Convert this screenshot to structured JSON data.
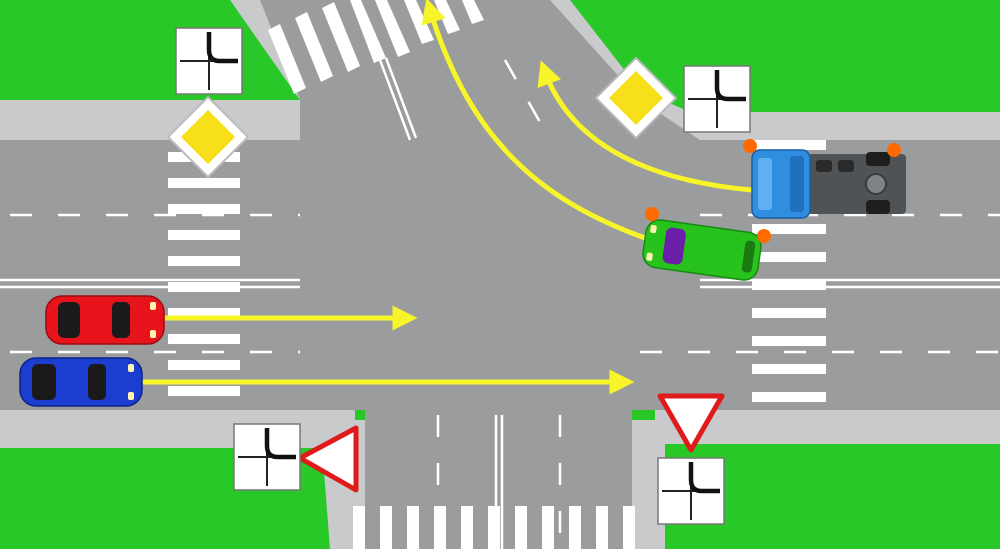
{
  "scene": {
    "colors": {
      "grass": "#28c828",
      "road": "#9a9c9e",
      "sidewalk": "#c9cacb",
      "marking": "#ffffff",
      "arrow": "#f7f52a",
      "sign_yellow": "#f7e01a",
      "sign_red": "#e01a1a",
      "red_car": "#e8131b",
      "blue_car": "#1b3ed1",
      "green_car": "#27c21c",
      "truck_cab": "#2f8ee0",
      "blinker": "#ff6a00"
    },
    "signs": {
      "main_road_signs": [
        "main-road-sign-top-left",
        "main-road-sign-top-right"
      ],
      "give_way_signs": [
        "give-way-sign-bottom-left",
        "give-way-sign-bottom-right"
      ],
      "road_layout_plates": [
        "top-left",
        "top-right",
        "bottom-left",
        "bottom-right"
      ]
    },
    "vehicles": [
      {
        "name": "red-car",
        "color": "red",
        "maneuver": "straight"
      },
      {
        "name": "blue-car",
        "color": "blue",
        "maneuver": "straight"
      },
      {
        "name": "green-car",
        "color": "green",
        "maneuver": "left-turn",
        "blinker": "left"
      },
      {
        "name": "truck",
        "color": "blue",
        "maneuver": "left-turn",
        "blinker": "left"
      }
    ]
  }
}
